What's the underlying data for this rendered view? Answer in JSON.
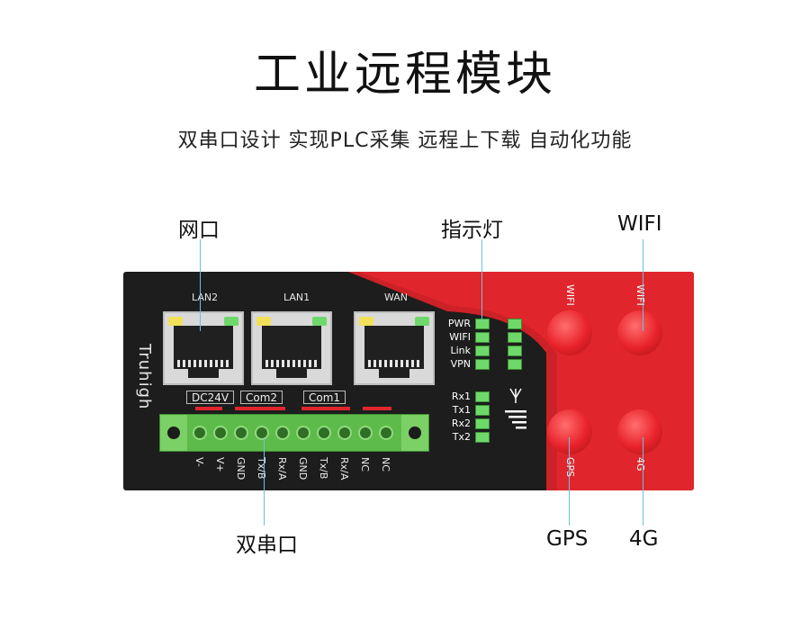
{
  "header": {
    "title": "工业远程模块",
    "subtitle": "双串口设计  实现PLC采集  远程上下载  自动化功能"
  },
  "callouts": {
    "ethernet": "网口",
    "indicators": "指示灯",
    "wifi": "WIFI",
    "serial": "双串口",
    "gps": "GPS",
    "cellular": "4G"
  },
  "device": {
    "brand": "Truhigh",
    "ports": [
      "LAN2",
      "LAN1",
      "WAN"
    ],
    "connector_tags": [
      "DC24V",
      "Com2",
      "Com1"
    ],
    "terminal_pins": [
      "V-",
      "V+",
      "GND",
      "Tx/B",
      "Rx/A",
      "GND",
      "Tx/B",
      "Rx/A",
      "NC",
      "NC"
    ],
    "status_leds": [
      "PWR",
      "WIFI",
      "Link",
      "VPN"
    ],
    "serial_leds": [
      "Rx1",
      "Tx1",
      "Rx2",
      "Tx2"
    ],
    "antennas": {
      "wifi_1": "WIFI",
      "wifi_2": "WIFI",
      "gps": "GPS",
      "cellular": "4G"
    }
  },
  "colors": {
    "device_body": "#1d1d1d",
    "accent_red": "#e0262c",
    "led_green": "#6fd86a",
    "led_yellow": "#f2e05a",
    "terminal_green": "#5dbb4a",
    "leader_line": "#6cc0e4"
  }
}
